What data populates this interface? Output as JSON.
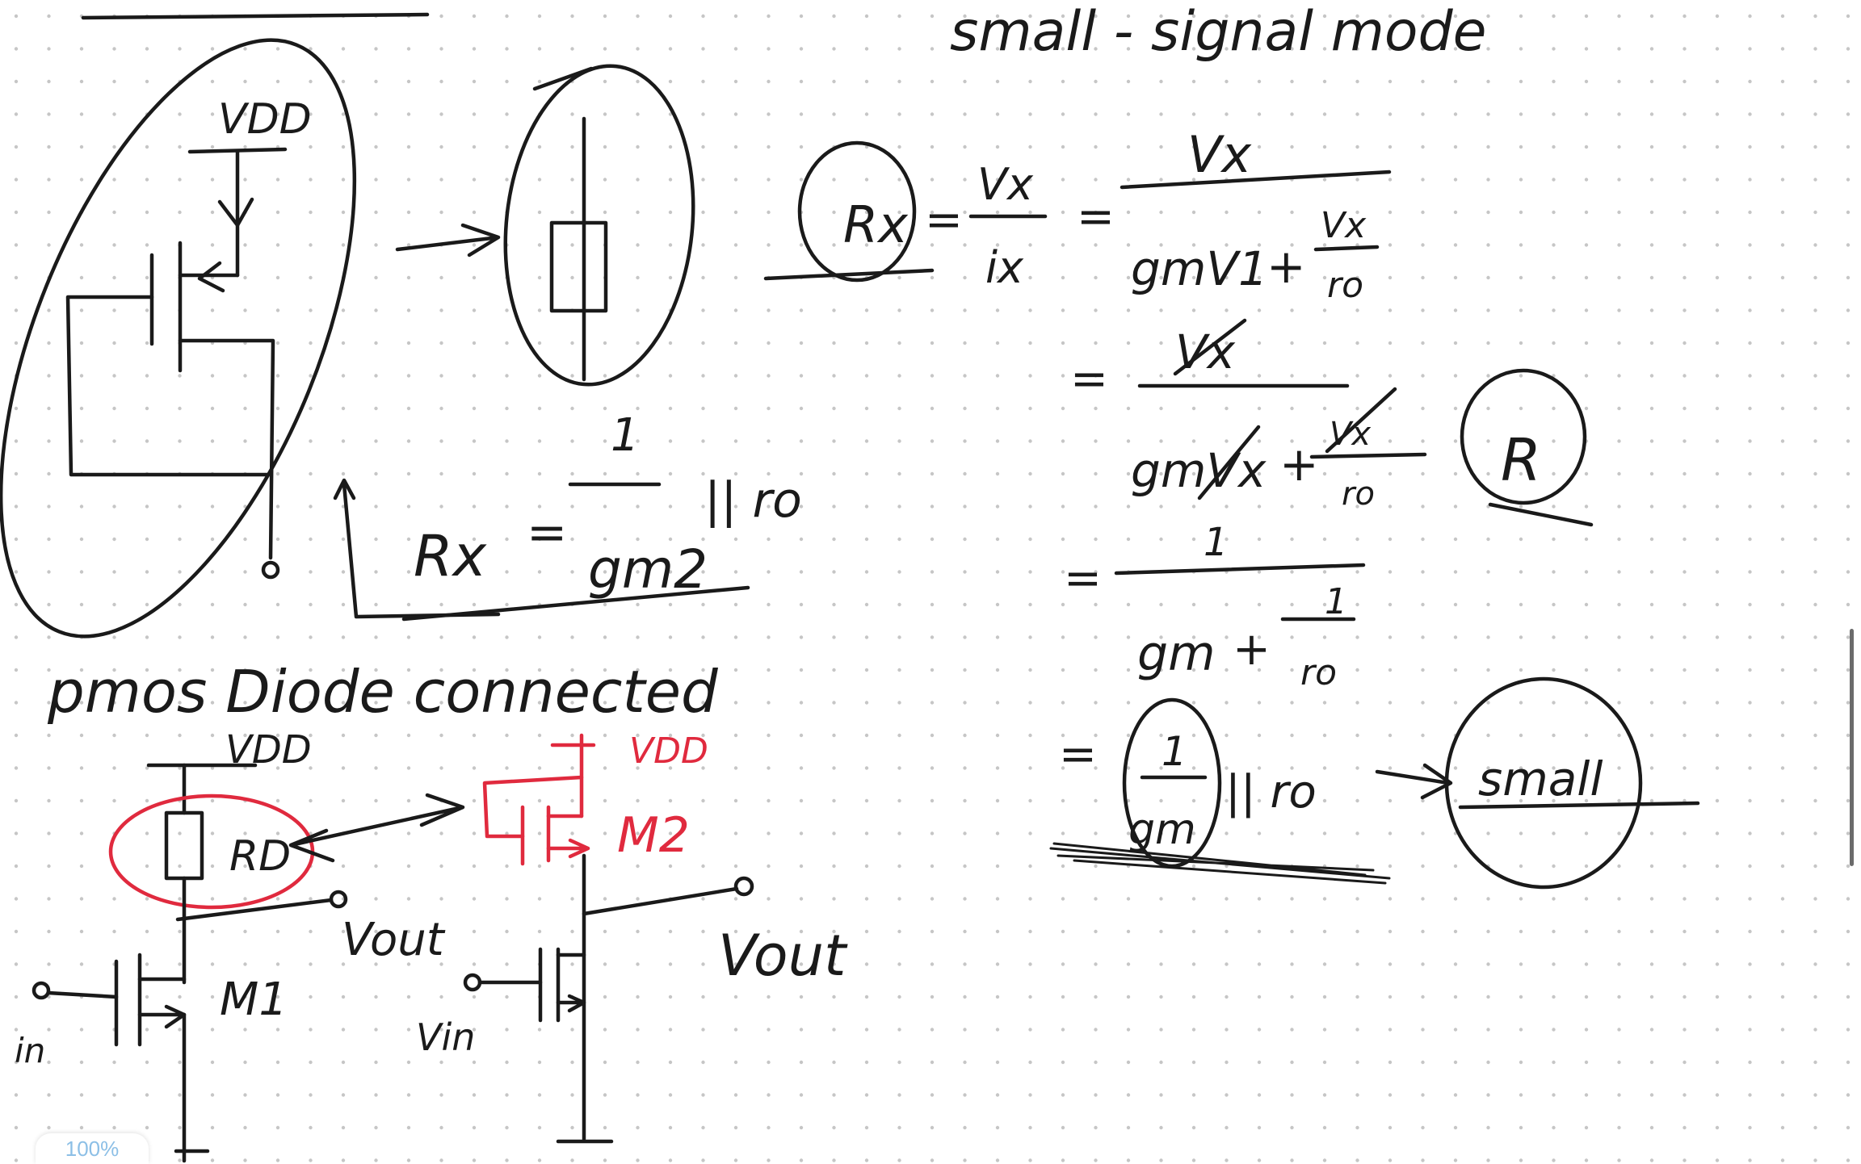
{
  "app": {
    "zoom_label": "100%",
    "ink_color": "#1a1a1a",
    "accent_ink_color": "#e02a3e",
    "zoom_text_color": "#8cbfe6",
    "canvas_style": "dot-grid"
  },
  "heading": "small - signal mode",
  "pmos_sketch": {
    "vdd_label": "VDD"
  },
  "rx_result": {
    "lhs": "Rx",
    "equals": "=",
    "numerator": "1",
    "denominator": "gm2",
    "parallel": "|| ro"
  },
  "caption": "pmos Diode connected",
  "stage_m1": {
    "vdd_label": "VDD",
    "resistor_label": "RD",
    "output_label": "Vout",
    "transistor_label": "M1",
    "input_label": "in"
  },
  "stage_m2": {
    "vdd_label": "VDD",
    "transistor_label": "M2",
    "output_label": "Vout",
    "input_label": "Vin"
  },
  "derivation": {
    "lhs": "Rx",
    "equals": "=",
    "ratio_num": "Vx",
    "ratio_den": "ix",
    "steps": [
      {
        "equals": "=",
        "num": "Vx",
        "den_term": "gmV1",
        "plus": "+",
        "sub_num": "Vx",
        "sub_den": "ro"
      },
      {
        "equals": "=",
        "num": "Vx",
        "den_term": "gmVx",
        "plus": "+",
        "sub_num": "Vx",
        "sub_den": "ro",
        "margin_note": "R"
      },
      {
        "equals": "=",
        "num": "1",
        "den_term": "gm",
        "plus": "+",
        "sub_num": "1",
        "sub_den": "ro"
      },
      {
        "equals": "=",
        "num": "1",
        "den_term": "gm",
        "parallel": "|| ro",
        "result": "small"
      }
    ]
  }
}
